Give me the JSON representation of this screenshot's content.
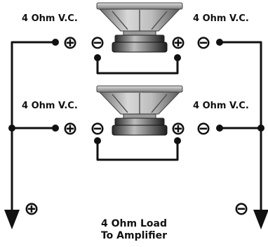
{
  "labels": {
    "top_left": "4 Ohm V.C.",
    "top_right": "4 Ohm V.C.",
    "bottom_left": "4 Ohm V.C.",
    "bottom_right": "4 Ohm V.C."
  },
  "terminals": {
    "plus_symbol": "⊕",
    "minus_symbol": "⊖"
  },
  "output": {
    "positive_symbol": "⊕",
    "negative_symbol": "⊖"
  },
  "caption": {
    "line1": "4 Ohm Load",
    "line2": "To Amplifier"
  },
  "colors": {
    "wire": "#111111",
    "speaker_light": "#cfcfcf",
    "speaker_mid": "#8a8a8a",
    "speaker_dark": "#2b2b2b"
  }
}
